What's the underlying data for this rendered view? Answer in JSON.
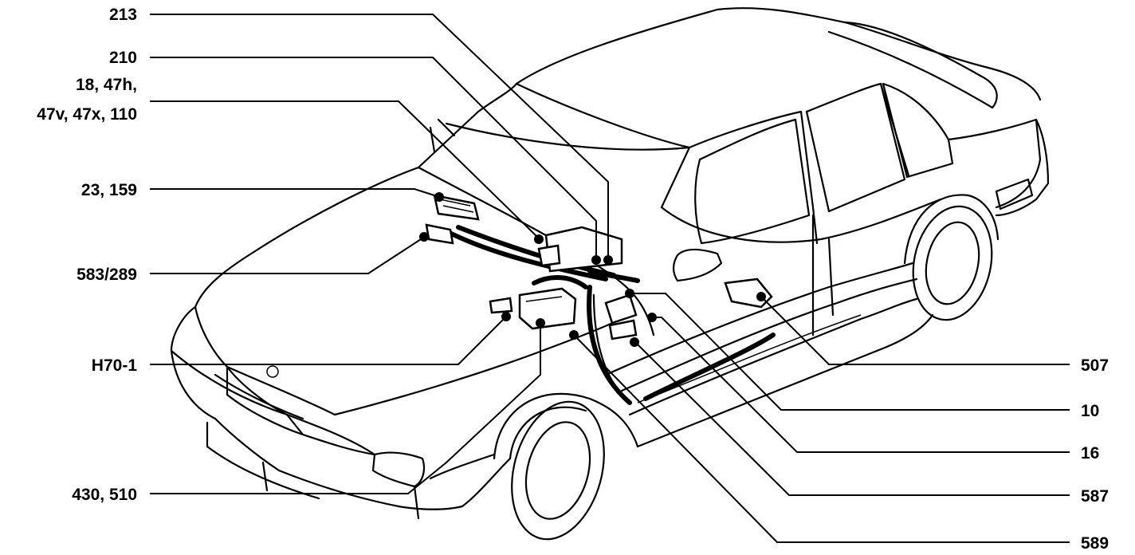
{
  "labels": {
    "l213": "213",
    "l210": "210",
    "l18a": "18, 47h,",
    "l18b": "47v, 47x, 110",
    "l23": "23, 159",
    "l583": "583/289",
    "lH70": "H70-1",
    "l430": "430, 510",
    "l507": "507",
    "l10": "10",
    "l16": "16",
    "l587": "587",
    "l589": "589"
  }
}
